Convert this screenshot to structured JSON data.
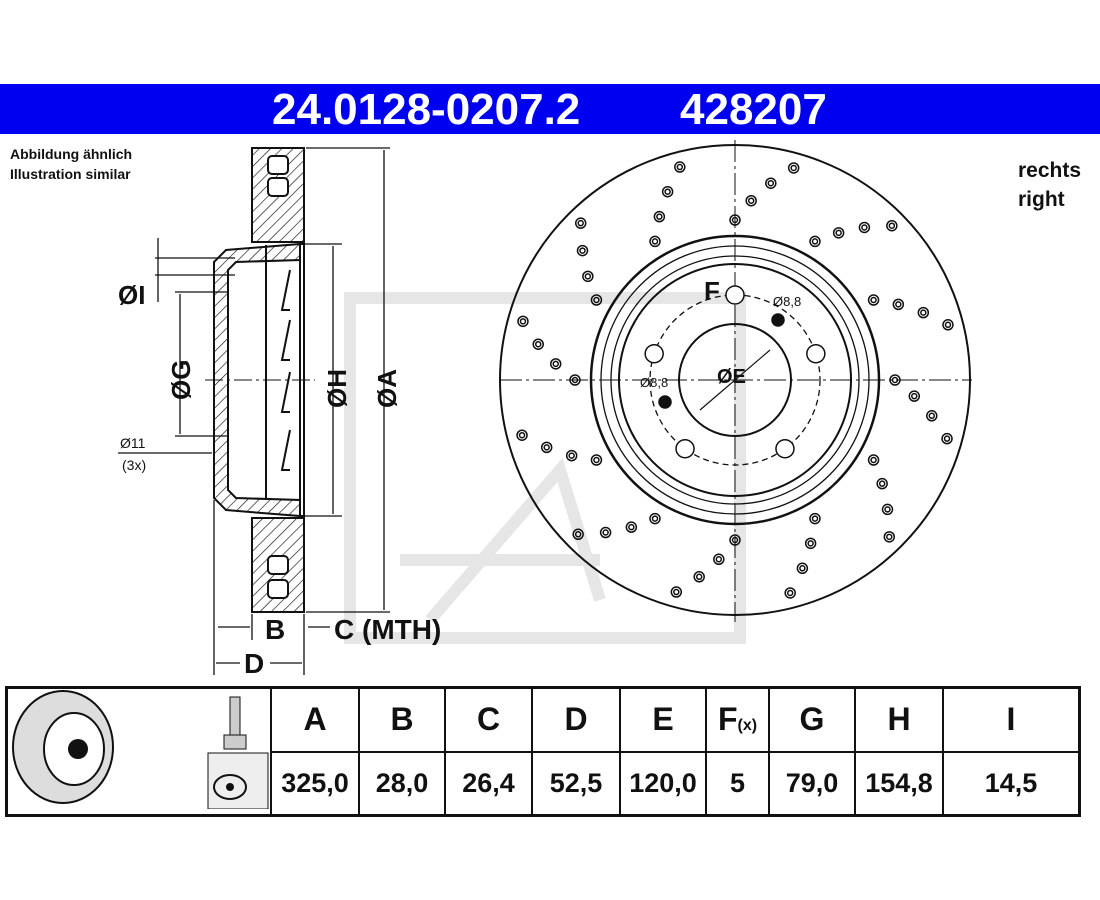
{
  "header": {
    "part_number": "24.0128-0207.2",
    "short_number": "428207"
  },
  "note": {
    "line1": "Abbildung ähnlich",
    "line2": "Illustration similar"
  },
  "side": {
    "line1": "rechts",
    "line2": "right"
  },
  "labels": {
    "dia_I": "ØI",
    "dia_G": "ØG",
    "dia_H": "ØH",
    "dia_A": "ØA",
    "dia_E": "ØE",
    "hole11": "Ø11",
    "hole11_count": "(3x)",
    "B": "B",
    "C": "C (MTH)",
    "D": "D",
    "F": "F",
    "small_hole_1": "Ø8,8",
    "small_hole_2": "Ø8,8"
  },
  "table": {
    "columns": [
      {
        "head": "A",
        "value": "325,0"
      },
      {
        "head": "B",
        "value": "28,0"
      },
      {
        "head": "C",
        "value": "26,4"
      },
      {
        "head": "D",
        "value": "52,5"
      },
      {
        "head": "E",
        "value": "120,0"
      },
      {
        "head": "F",
        "head_suffix": "(x)",
        "value": "5"
      },
      {
        "head": "G",
        "value": "79,0"
      },
      {
        "head": "H",
        "value": "154,8"
      },
      {
        "head": "I",
        "value": "14,5"
      }
    ]
  },
  "colors": {
    "brand_blue": "#0000f0",
    "line": "#111111"
  }
}
